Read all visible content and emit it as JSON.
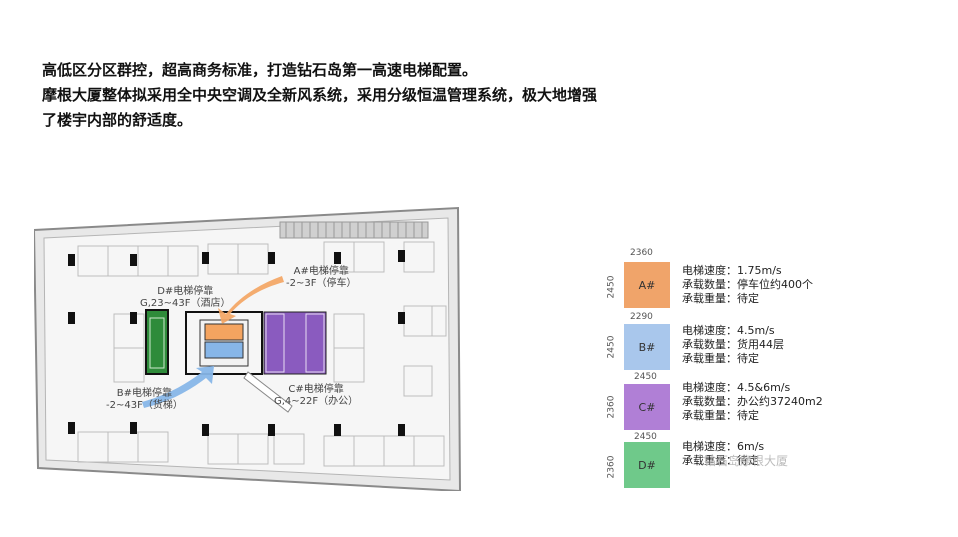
{
  "intro": {
    "line1": "高低区分区群控，超高商务标准，打造钻石岛第一高速电梯配置。",
    "line2": "摩根大厦整体拟采用全中央空调及全新风系统，采用分级恒温管理系统，极大地增强了楼宇内部的舒适度。"
  },
  "plan": {
    "labels": [
      {
        "id": "d",
        "title": "D#电梯停靠",
        "sub": "G,23~43F（酒店）"
      },
      {
        "id": "a",
        "title": "A#电梯停靠",
        "sub": "-2~3F（停车）"
      },
      {
        "id": "b",
        "title": "B#电梯停靠",
        "sub": "-2~43F（货梯）"
      },
      {
        "id": "c",
        "title": "C#电梯停靠",
        "sub": "G,4~22F（办公）"
      }
    ],
    "colors": {
      "a": "#f4a460",
      "b": "#87b6e8",
      "c": "#8a5bbf",
      "d": "#2e8b3a"
    }
  },
  "legend": {
    "items": [
      {
        "code": "A#",
        "w": "2360",
        "h": "2450",
        "color": "#f0a46a",
        "speed": "电梯速度：1.75m/s",
        "count": "承载数量：停车位约400个",
        "load": "承载重量：待定"
      },
      {
        "code": "B#",
        "w": "2290",
        "h": "2450",
        "color": "#a9c7ec",
        "speed": "电梯速度：4.5m/s",
        "count": "承载数量：货用44层",
        "load": "承载重量：待定"
      },
      {
        "code": "C#",
        "w": "2450",
        "h": "2360",
        "color": "#b07fd6",
        "speed": "电梯速度：4.5&6m/s",
        "count": "承载数量：办公约37240m2",
        "load": "承载重量：待定"
      },
      {
        "code": "D#",
        "w": "2450",
        "h": "2360",
        "color": "#6fc98a",
        "speed": "电梯速度：6m/s",
        "count": "",
        "load": "承载重量：待定"
      }
    ],
    "watermark": "钻石岛摩根大厦"
  }
}
